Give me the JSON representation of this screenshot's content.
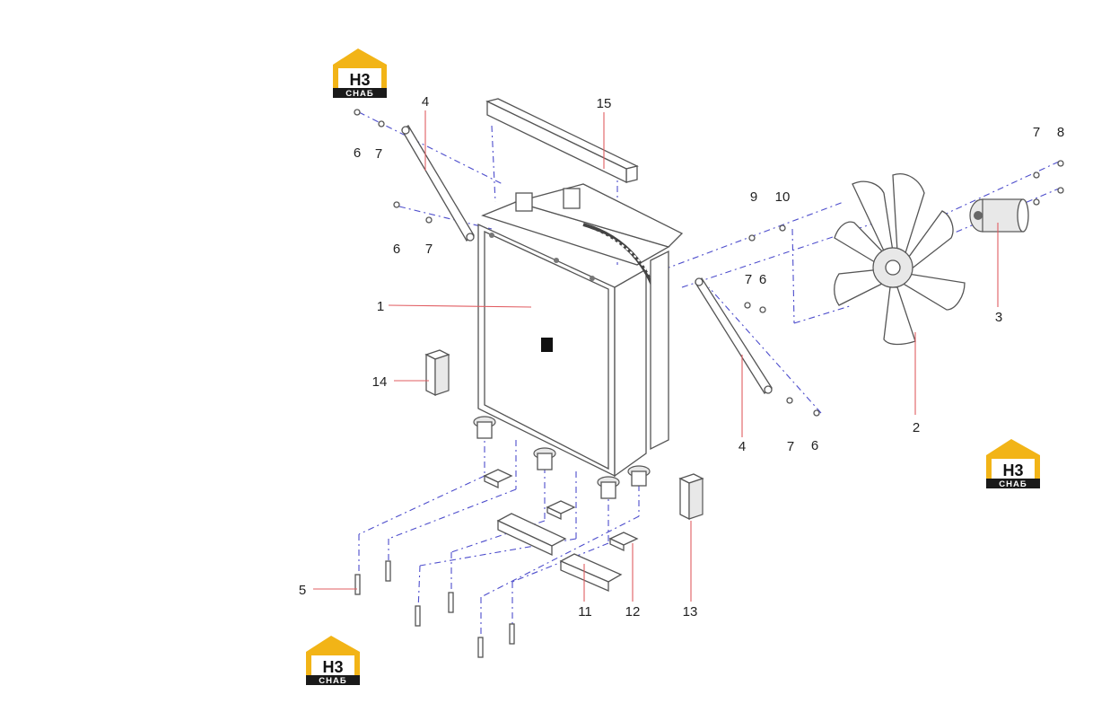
{
  "logos": [
    {
      "top": "H3",
      "bottom": "CHAБ"
    },
    {
      "top": "H3",
      "bottom": "CHAБ"
    },
    {
      "top": "H3",
      "bottom": "CHAБ"
    }
  ],
  "callouts": {
    "c1": "1",
    "c2": "2",
    "c3": "3",
    "c4a": "4",
    "c4b": "4",
    "c5": "5",
    "c6a": "6",
    "c6b": "6",
    "c6c": "6",
    "c6d": "6",
    "c7a": "7",
    "c7b": "7",
    "c7c": "7",
    "c7d": "7",
    "c7e": "7",
    "c8": "8",
    "c9": "9",
    "c10": "10",
    "c11": "11",
    "c12": "12",
    "c13": "13",
    "c14": "14",
    "c15": "15"
  },
  "colors": {
    "logo_yellow": "#f2b417",
    "logo_dark": "#1a1a1a",
    "leader_red": "#e15c61",
    "assembly_blue": "#4d4dcc"
  }
}
